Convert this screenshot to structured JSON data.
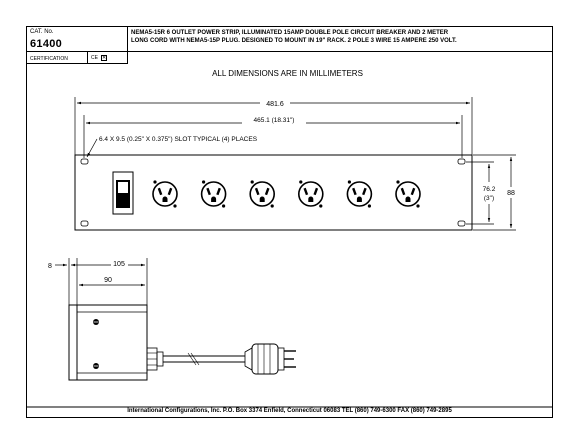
{
  "title_block": {
    "cat_label": "CAT. No.",
    "part_number": "61400",
    "description_line1": "NEMA5-15R 6 OUTLET POWER STRIP, ILLUMINATED 15AMP DOUBLE POLE CIRCUIT BREAKER AND 2 METER",
    "description_line2": "LONG CORD WITH NEMA5-15P PLUG. DESIGNED TO MOUNT IN 19\" RACK. 2 POLE 3 WIRE 15 AMPERE 250 VOLT.",
    "certification_label": "CERTIFICATION",
    "ce_label": "CE",
    "ce_mark": "✕"
  },
  "notes": {
    "dimensions_note": "ALL DIMENSIONS ARE IN MILLIMETERS",
    "slot_note": "6.4 X 9.5 (0.25\" X 0.375\") SLOT TYPICAL (4) PLACES"
  },
  "dimensions": {
    "overall_width": "481.6",
    "mount_width": "465.1 (18.31\")",
    "mount_height": "76.2",
    "mount_height_in": "(3\")",
    "overall_height": "88",
    "side_depth": "105",
    "side_inner": "90",
    "side_offset": "8"
  },
  "front_view": {
    "outlet_count": 6
  },
  "footer": {
    "company_line": "International Configurations, Inc.  P.O. Box 3374  Enfield, Connecticut 06083  TEL (860) 749-6300  FAX (860) 749-2895"
  }
}
